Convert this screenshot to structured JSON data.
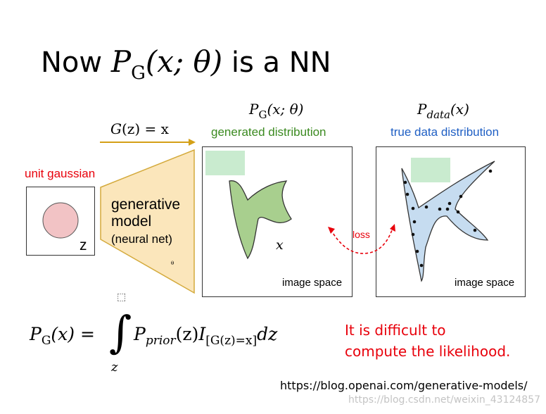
{
  "title": {
    "prefix": "Now ",
    "P": "P",
    "sub": "G",
    "args": "(x; θ)",
    "suffix": " is a NN"
  },
  "generator_mapping": {
    "func": "G",
    "expr": "(z) = x"
  },
  "labels": {
    "unit_gaussian": "unit gaussian",
    "z": "z",
    "generated_distribution": "generated distribution",
    "true_data_distribution": "true data distribution",
    "generative_line1": "generative",
    "generative_line2": "model",
    "generative_line3": "(neural net)",
    "theta_small": "θ",
    "image_space_left": "image space",
    "image_space_right": "image space",
    "x_point": "x",
    "loss": "loss"
  },
  "pg_label": {
    "P": "P",
    "sub": "G",
    "args": "(x; θ)"
  },
  "pdata_label": {
    "P": "P",
    "sub": "data",
    "args": "(x)"
  },
  "formula": {
    "lhs_P": "P",
    "lhs_sub": "G",
    "lhs_args": "(x) =",
    "integral": "∫",
    "integral_upper": "⬚",
    "integral_lower": "z",
    "prior_P": "P",
    "prior_sub": "prior",
    "prior_args": "(z)",
    "indicator": "I",
    "indicator_sub": "[G(z)=x]",
    "dz": "dz"
  },
  "note": {
    "line1": "It is difficult to",
    "line2": "compute the likelihood."
  },
  "source_url": "https://blog.openai.com/generative-models/",
  "watermark": "https://blog.csdn.net/weixin_43124857",
  "colors": {
    "red": "#e8000b",
    "green_text": "#3b8a20",
    "blue_text": "#1f5fc4",
    "green_shape": "#a8cf8e",
    "blue_shape": "#c6dcf0",
    "funnel": "#fbe6bb",
    "funnel_border": "#d4aa3c",
    "arrow": "#d4a017",
    "circle": "#f2c3c5",
    "highlight": "#c9ebcf"
  }
}
